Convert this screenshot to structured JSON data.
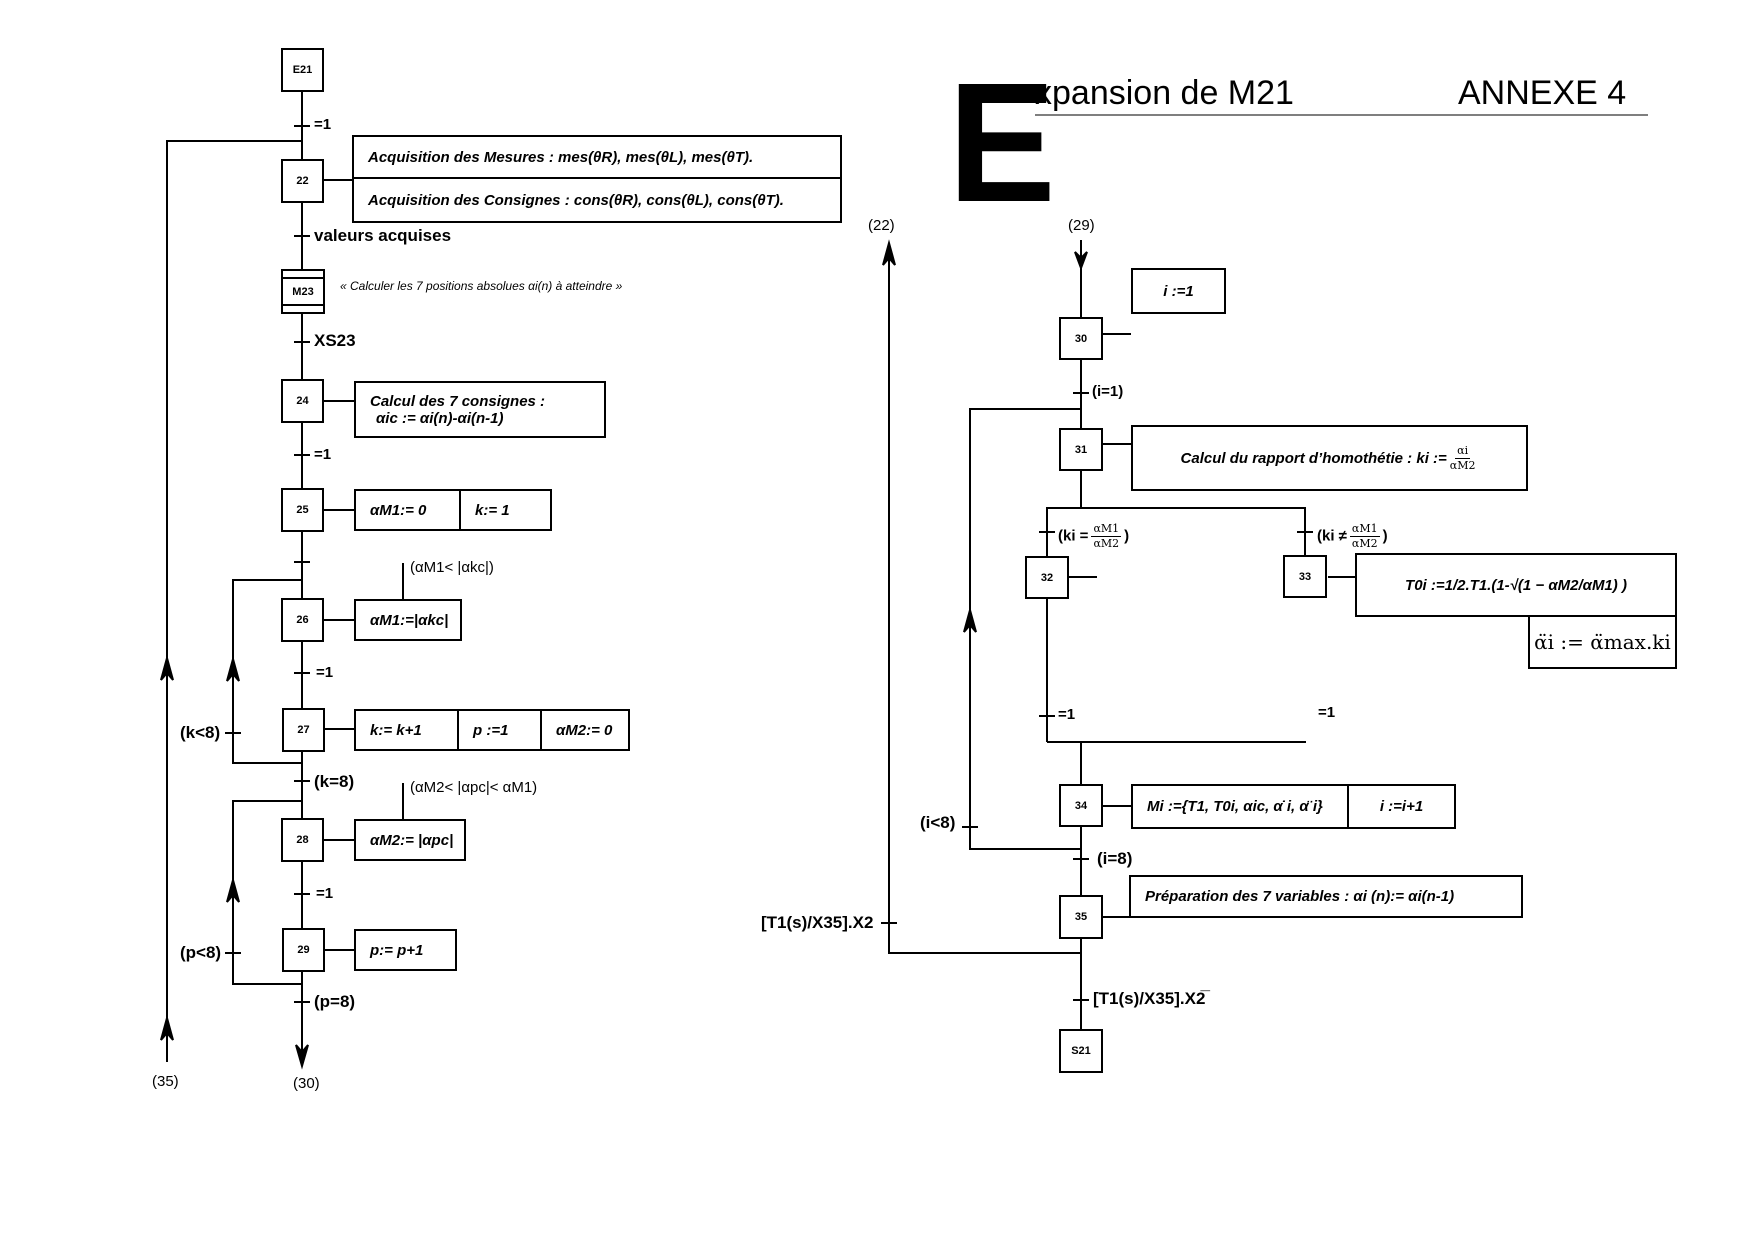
{
  "header": {
    "drop_cap": "E",
    "title_rest": "xpansion de M21",
    "annex": "ANNEXE 4"
  },
  "left": {
    "steps": {
      "e21": "E21",
      "s22": "22",
      "m23": "M23",
      "s24": "24",
      "s25": "25",
      "s26": "26",
      "s27": "27",
      "s28": "28",
      "s29": "29"
    },
    "transitions": {
      "t_e21": "=1",
      "t_22": "valeurs acquises",
      "t_23": "XS23",
      "t_24": "=1",
      "t_26": "=1",
      "t_k_lt": "(k<8)",
      "t_k_eq": "(k=8)",
      "t_28": "=1",
      "t_p_lt": "(p<8)",
      "t_p_eq": "(p=8)"
    },
    "actions": {
      "a22_mesures": "Acquisition des Mesures : mes(θR), mes(θL), mes(θT).",
      "a22_consignes": "Acquisition des Consignes : cons(θR), cons(θL), cons(θT).",
      "m23_note": "« Calculer les 7 positions absolues αi(n) à atteindre »",
      "a24_line1": "Calcul des 7 consignes :",
      "a24_line2": "αic := αi(n)-αi(n-1)",
      "a25_1": "αM1:= 0",
      "a25_2": "k:= 1",
      "a26": "αM1:=|αkc|",
      "a26_cond": "(αM1< |αkc|)",
      "a27_1": "k:= k+1",
      "a27_2": "p :=1",
      "a27_3": "αM2:= 0",
      "a28": "αM2:= |αpc|",
      "a28_cond": "(αM2< |αpc|< αM1)",
      "a29": "p:= p+1"
    },
    "refs": {
      "to_35": "(35)",
      "to_30": "(30)"
    }
  },
  "right": {
    "refs": {
      "from_22": "(22)",
      "from_29": "(29)"
    },
    "steps": {
      "s30": "30",
      "s31": "31",
      "s32": "32",
      "s33": "33",
      "s34": "34",
      "s35": "35",
      "s21": "S21"
    },
    "transitions": {
      "t_i1": "(i=1)",
      "t_ki_eq": "(ki =",
      "t_ki_neq": "(ki ≠",
      "frac_num": "αM1",
      "frac_den": "αM2",
      "t_32": "=1",
      "t_33": "=1",
      "t_i_lt": "(i<8)",
      "t_i_eq": "(i=8)",
      "t_x2": "[T1(s)/X35].X2",
      "t_x2_bar": "[T1(s)/X35].X2̅"
    },
    "actions": {
      "a30": "i :=1",
      "a31_text": "Calcul du rapport d’homothétie : ki :=",
      "a31_num": "αi",
      "a31_den": "αM2",
      "a33_1": "T0i :=1/2.T1.(1-√(1 − αM2/αM1) )",
      "a33_2": "α̈i := α̈max.ki",
      "a34_1": "Mi :={T1, T0i, αic, α̇ i, α̈ i}",
      "a34_2": "i :=i+1",
      "a35": "Préparation des 7 variables : αi (n):= αi(n-1)"
    }
  }
}
